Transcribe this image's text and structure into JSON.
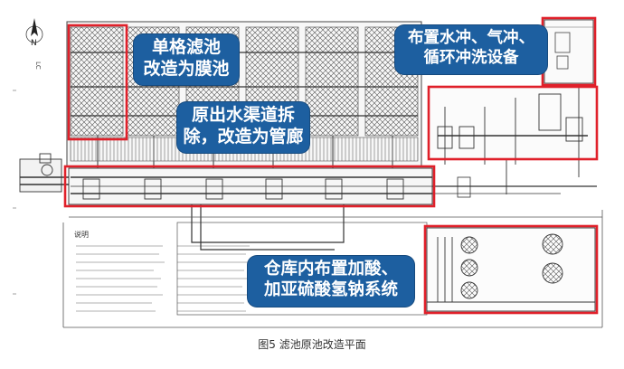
{
  "north": {
    "letter": "N",
    "code": "LC"
  },
  "callouts": {
    "filter_to_membrane": {
      "line1": "单格滤池",
      "line2": "改造为膜池"
    },
    "channel_to_gallery": {
      "line1": "原出水渠道拆",
      "line2": "除，改造为管廊"
    },
    "wash_equipment": {
      "line1": "布置水冲、气冲、",
      "line2": "循环冲洗设备"
    },
    "dosing_system": {
      "line1": "仓库内布置加酸、",
      "line2": "加亚硫酸氢钠系统"
    }
  },
  "notes_title": "说明",
  "caption": "图5  滤池原池改造平面",
  "colors": {
    "highlight": "#e0202a",
    "callout_bg": "#1d5fa0",
    "line": "#444444"
  }
}
